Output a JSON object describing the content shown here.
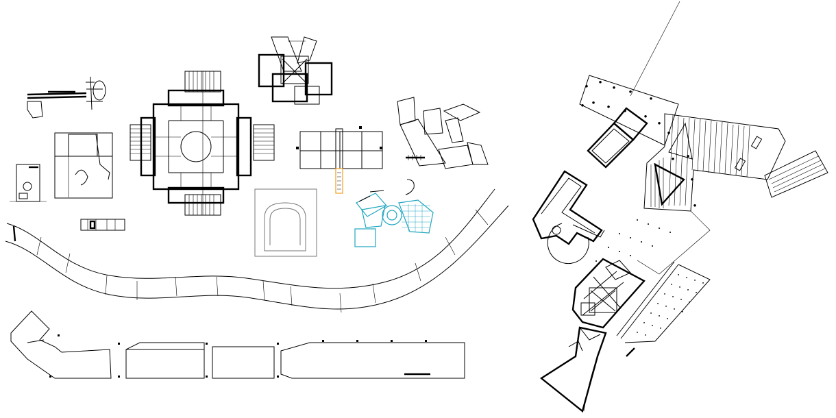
{
  "sheet": {
    "background": "#ffffff",
    "line_color": "#000000",
    "highlight_colors": {
      "cyan_plan": "#1fa6bf",
      "orange_stair": "#f0a020"
    }
  },
  "drawings": [
    {
      "id": "crescent-plan",
      "label": ""
    },
    {
      "id": "villa-rotonda",
      "label": ""
    },
    {
      "id": "pinwheel-house",
      "label": ""
    },
    {
      "id": "fragmented-plan",
      "label": ""
    },
    {
      "id": "serpentine-block",
      "label": ""
    },
    {
      "id": "site-plan",
      "label": ""
    }
  ]
}
